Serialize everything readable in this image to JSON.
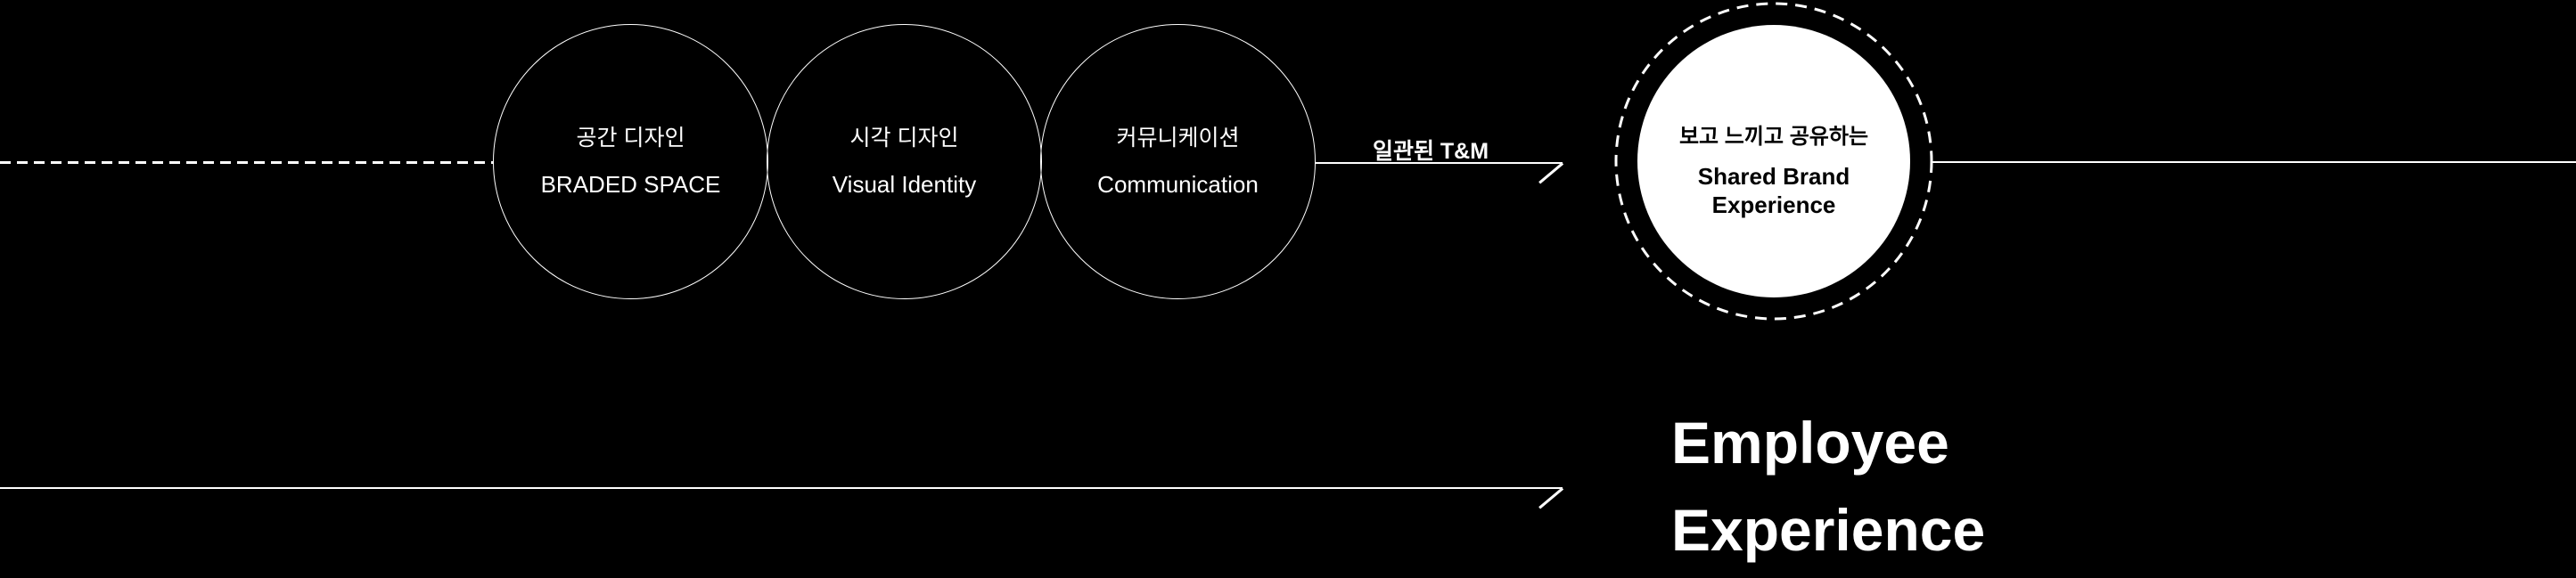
{
  "diagram": {
    "background_color": "#000000",
    "line_color": "#ffffff",
    "process_circles": [
      {
        "label_ko": "공간 디자인",
        "label_en": "BRADED SPACE"
      },
      {
        "label_ko": "시각 디자인",
        "label_en": "Visual Identity"
      },
      {
        "label_ko": "커뮤니케이션",
        "label_en": "Communication"
      }
    ],
    "arrow_label": "일관된 T&M",
    "result_circle": {
      "label_ko": "보고 느끼고 공유하는",
      "label_en_line1": "Shared Brand",
      "label_en_line2": "Experience",
      "fill_color": "#ffffff",
      "text_color": "#000000"
    },
    "bottom_label": {
      "line1": "Employee",
      "line2": "Experience"
    }
  }
}
